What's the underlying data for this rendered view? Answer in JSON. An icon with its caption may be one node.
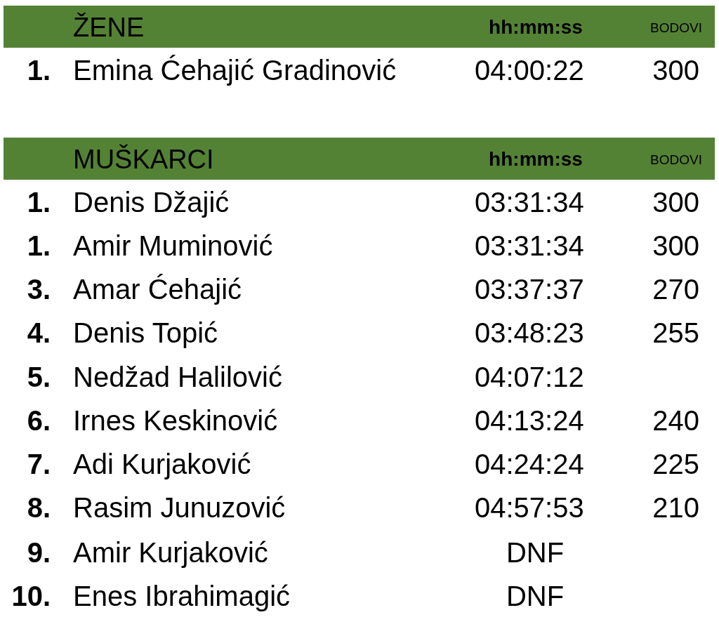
{
  "diagram": {
    "labels": [
      "ŽENE",
      "hh:mm:ss",
      "BODOVI",
      "1.",
      "Emina Ćehajić Gradinović",
      "04:00:22",
      "300",
      "MUŠKARCI",
      "hh:mm:ss",
      "BODOVI",
      "1.",
      "Denis Džajić",
      "03:31:34",
      "300",
      "1.",
      "Amir Muminović",
      "03:31:34",
      "300",
      "3.",
      "Amar Ćehajić",
      "03:37:37",
      "270",
      "4.",
      "Denis Topić",
      "03:48:23",
      "255",
      "5.",
      "Nedžad Halilović",
      "04:07:12",
      "6.",
      "Irnes Keskinović",
      "04:13:24",
      "240",
      "7.",
      "Adi Kurjaković",
      "04:24:24",
      "225",
      "8.",
      "Rasim Junuzović",
      "04:57:53",
      "210",
      "9.",
      "Amir Kurjaković",
      "DNF",
      "10.",
      "Enes Ibrahimagić",
      "DNF"
    ]
  }
}
